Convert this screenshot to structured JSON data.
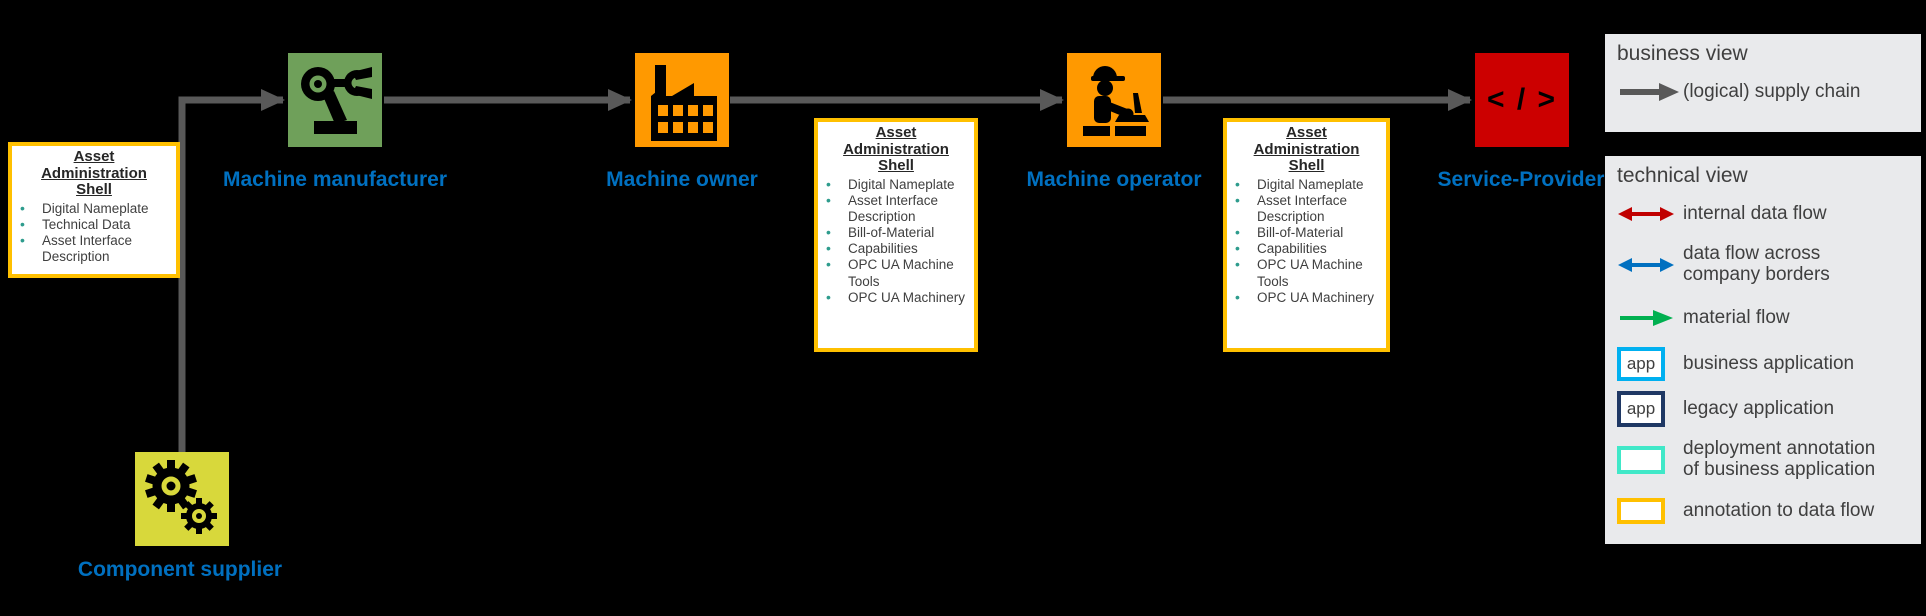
{
  "diagram": {
    "entities": [
      {
        "label": "Component supplier",
        "icon": "gears-icon",
        "color": "#D8D83B"
      },
      {
        "label": "Machine manufacturer",
        "icon": "robot-arm-icon",
        "color": "#6FA05A"
      },
      {
        "label": "Machine owner",
        "icon": "factory-icon",
        "color": "#FF9900"
      },
      {
        "label": "Machine operator",
        "icon": "operator-icon",
        "color": "#FF9900"
      },
      {
        "label": "Service-Provider",
        "icon": "code-icon",
        "color": "#CC0000",
        "glyph": "< / >"
      }
    ],
    "aas_boxes": [
      {
        "title": "Asset Administration Shell",
        "items": [
          "Digital Nameplate",
          "Technical Data",
          "Asset Interface Description"
        ]
      },
      {
        "title": "Asset Administration Shell",
        "items": [
          "Digital Nameplate",
          "Asset Interface Description",
          "Bill-of-Material",
          "Capabilities",
          "OPC UA Machine Tools",
          "OPC UA Machinery"
        ]
      },
      {
        "title": "Asset Administration Shell",
        "items": [
          "Digital Nameplate",
          "Asset Interface Description",
          "Bill-of-Material",
          "Capabilities",
          "OPC UA Machine Tools",
          "OPC UA Machinery"
        ]
      }
    ]
  },
  "legend_business": {
    "title": "business view",
    "rows": [
      {
        "symbol": "gray-arrow",
        "label": "(logical) supply chain"
      }
    ]
  },
  "legend_technical": {
    "title": "technical view",
    "rows": [
      {
        "symbol": "red-double-arrow",
        "label": "internal data flow"
      },
      {
        "symbol": "blue-double-arrow",
        "label": "data flow across\ncompany borders"
      },
      {
        "symbol": "green-arrow",
        "label": "material flow"
      },
      {
        "symbol": "business-app-box",
        "box_label": "app",
        "label": "business application"
      },
      {
        "symbol": "legacy-app-box",
        "box_label": "app",
        "label": "legacy application"
      },
      {
        "symbol": "deployment-annotation-box",
        "label": "deployment annotation\nof business application"
      },
      {
        "symbol": "dataflow-annotation-box",
        "label": "annotation to data flow"
      }
    ]
  },
  "colors": {
    "background": "#000000",
    "entity_label_blue": "#0070C0",
    "supply_chain_gray": "#595959",
    "aas_border_gold": "#FFC000",
    "aas_bullet_teal": "#2E9C8D",
    "manufacturer_green": "#6FA05A",
    "owner_operator_orange": "#FF9900",
    "supplier_yellow_green": "#D8D83B",
    "service_provider_red": "#CC0000",
    "legend_background": "#E9EAEC",
    "internal_flow_red": "#C00000",
    "cross_border_blue": "#0070C0",
    "material_flow_green": "#00B050",
    "business_app_cyan": "#00B0F0",
    "legacy_app_navy": "#1F3864",
    "deployment_mint": "#40E8C8"
  }
}
